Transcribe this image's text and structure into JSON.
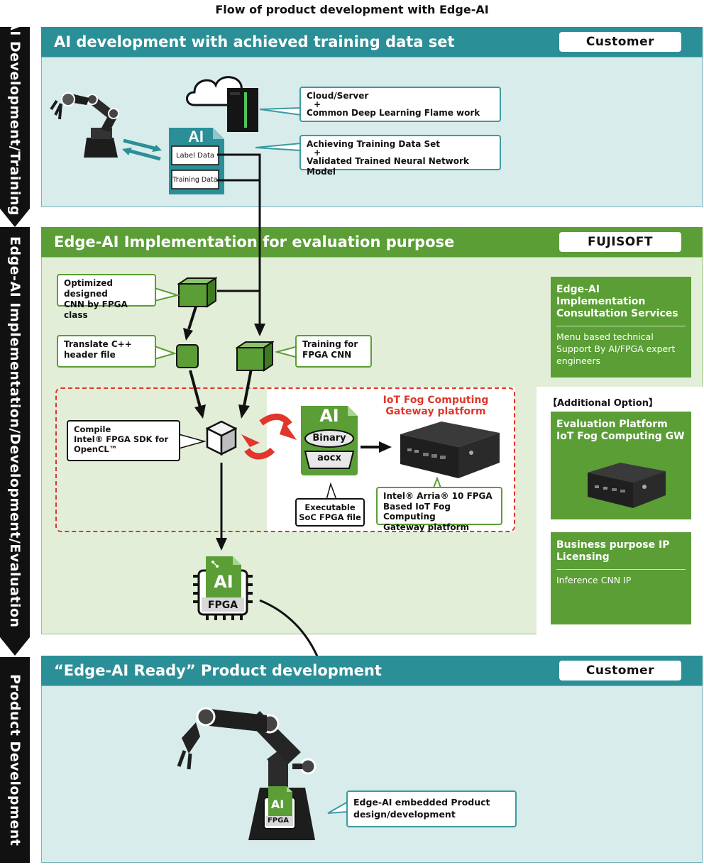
{
  "title": "Flow of product development with Edge-AI",
  "colors": {
    "teal": "#2b8f97",
    "green": "#5a9e35",
    "red": "#e0362b",
    "black": "#111111"
  },
  "sections": {
    "training": {
      "side_label": "AI Development/Training",
      "header": "AI development with achieved training data set",
      "owner": "Customer",
      "ai_doc": {
        "title": "AI",
        "label_data": "Label Data",
        "training_data": "Training Data"
      },
      "callout_server": {
        "line1": "Cloud/Server",
        "plus": "+",
        "line2": "Common Deep Learning Flame work"
      },
      "callout_dataset": {
        "line1": "Achieving Training Data Set",
        "plus": "+",
        "line2": "Validated Trained Neural Network Model"
      }
    },
    "implementation": {
      "side_label": "Edge-AI Implementation/Development/Evaluation",
      "header": "Edge-AI Implementation for evaluation purpose",
      "owner": "FUJISOFT",
      "callout_cnn": {
        "line1": "Optimized designed",
        "line2": "CNN by FPGA class"
      },
      "callout_translate": {
        "line1": "Translate C++",
        "line2": "header file"
      },
      "callout_training": {
        "line1": "Training for",
        "line2": "FPGA CNN"
      },
      "callout_compile": {
        "line1": "Compile",
        "line2": "Intel® FPGA SDK for",
        "line3": "OpenCL™"
      },
      "binary_doc": {
        "title": "AI",
        "binary": "Binary",
        "aocx": "aocx"
      },
      "callout_executable": {
        "line1": "Executable",
        "line2": "SoC FPGA file"
      },
      "gateway_title": {
        "line1": "IoT Fog Computing",
        "line2": "Gateway platform"
      },
      "callout_gateway": {
        "line1": "Intel® Arria® 10 FPGA",
        "line2": "Based IoT Fog Computing",
        "line3": "Gateway platform"
      },
      "chip": {
        "ai": "AI",
        "fpga": "FPGA"
      },
      "services": {
        "consultation": {
          "title": "Edge-AI Implementation Consultation Services",
          "body": "Menu based technical Support By AI/FPGA expert engineers"
        },
        "additional_option": "【Additional Option】",
        "evaluation": {
          "title": "Evaluation Platform IoT Fog Computing GW"
        },
        "licensing": {
          "title": "Business purpose IP Licensing",
          "body": "Inference CNN IP"
        }
      }
    },
    "product": {
      "side_label": "Product Development",
      "header": "“Edge-AI Ready” Product development",
      "owner": "Customer",
      "chip": {
        "ai": "AI",
        "fpga": "FPGA"
      },
      "callout_embedded": {
        "line1": "Edge-AI embedded Product",
        "line2": "design/development"
      }
    }
  }
}
